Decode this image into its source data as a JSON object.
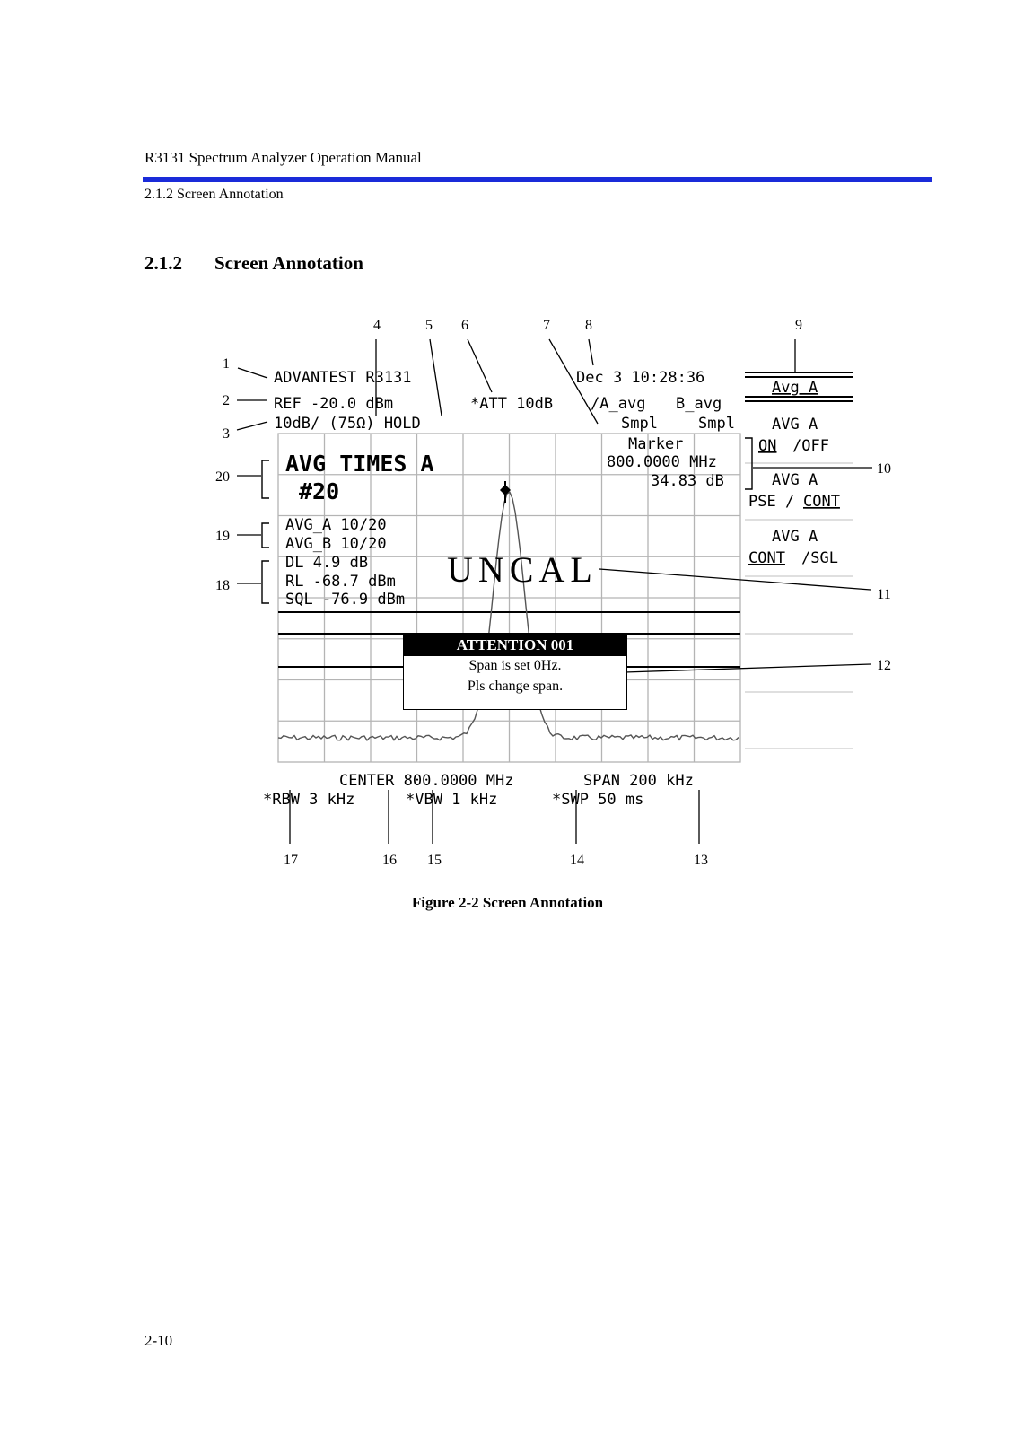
{
  "header": {
    "title": "R3131 Spectrum Analyzer Operation Manual",
    "subsection": "2.1.2 Screen Annotation"
  },
  "section": {
    "number": "2.1.2",
    "title": "Screen Annotation"
  },
  "figure": {
    "caption": "Figure 2-2 Screen Annotation",
    "callouts": [
      "1",
      "2",
      "3",
      "4",
      "5",
      "6",
      "7",
      "8",
      "9",
      "10",
      "11",
      "12",
      "13",
      "14",
      "15",
      "16",
      "17",
      "18",
      "19",
      "20"
    ],
    "screen": {
      "line1_left": "ADVANTEST R3131",
      "line1_right": "Dec  3 10:28:36",
      "ref": "REF -20.0 dBm",
      "att": "*ATT 10dB",
      "trace_a": "A_avg",
      "trace_b": "B_avg",
      "scale": "10dB/ (75Ω) HOLD",
      "smpl_a": "Smpl",
      "smpl_b": "Smpl",
      "avg_times": "AVG TIMES A",
      "avg_count": "#20",
      "avg_a": "AVG_A  10/20",
      "avg_b": "AVG_B  10/20",
      "dl": "DL 4.9 dB",
      "rl": "RL -68.7 dBm",
      "sql": "SQL -76.9 dBm",
      "marker_label": "Marker",
      "marker_freq": "800.0000 MHz",
      "marker_level": "34.83 dB",
      "uncal": "UNCAL",
      "attention_title": "ATTENTION 001",
      "attention_line1": "Span is set 0Hz.",
      "attention_line2": "Pls change span.",
      "center": "CENTER 800.0000 MHz",
      "span": "SPAN 200 kHz",
      "rbw": "*RBW 3 kHz",
      "vbw": "*VBW 1 kHz",
      "swp": "*SWP 50 ms"
    },
    "softkeys": {
      "title": "Avg A",
      "k1_top": "AVG A",
      "k1_on": "ON",
      "k1_off": "/OFF",
      "k2_top": "AVG A",
      "k2_pse": "PSE /",
      "k2_cont": "CONT",
      "k3_top": "AVG A",
      "k3_cont": "CONT",
      "k3_sgl": "/SGL"
    }
  },
  "page_number": "2-10",
  "colors": {
    "rule": "#1a2bd9",
    "grid": "#b4b4b4"
  }
}
